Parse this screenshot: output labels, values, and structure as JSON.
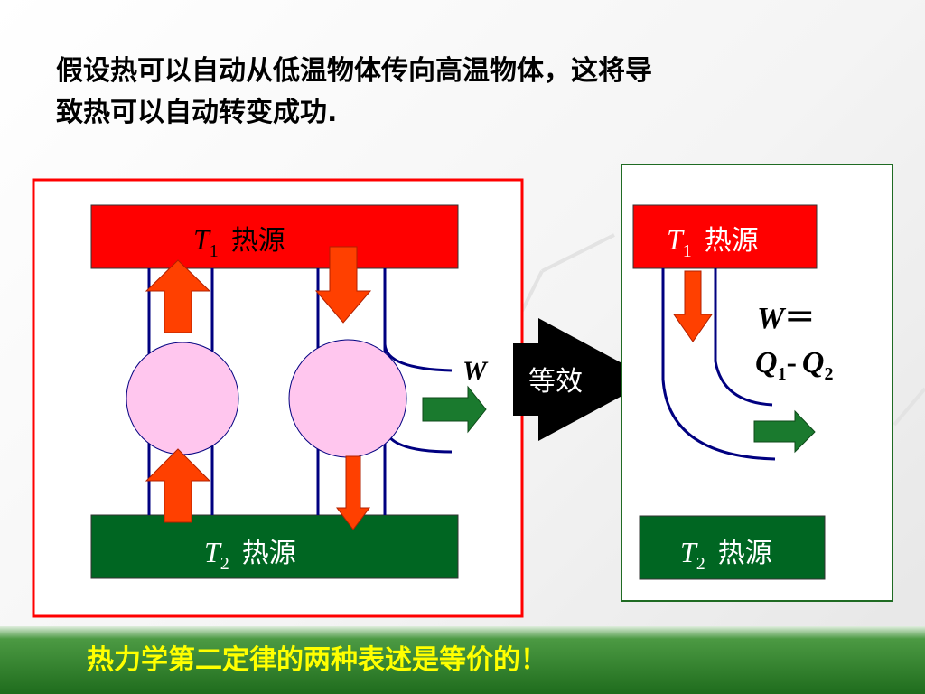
{
  "heading": {
    "line1": "假设热可以自动从低温物体传向高温物体，这将导",
    "line2": "致热可以自动转变成功."
  },
  "left_panel": {
    "hot_reservoir": {
      "symbol": "T",
      "subscript": "1",
      "label": "热源"
    },
    "cold_reservoir": {
      "symbol": "T",
      "subscript": "2",
      "label": "热源"
    },
    "work_label": "W"
  },
  "equivalence_label": "等效",
  "right_panel": {
    "hot_reservoir": {
      "symbol": "T",
      "subscript": "1",
      "label": "热源"
    },
    "cold_reservoir": {
      "symbol": "T",
      "subscript": "2",
      "label": "热源"
    },
    "equation": {
      "lhs": "W",
      "eq": "＝",
      "q1": "Q",
      "q1_sub": "1",
      "minus": "-",
      "q2": "Q",
      "q2_sub": "2"
    }
  },
  "footer_text": "热力学第二定律的两种表述是等价的！",
  "colors": {
    "hot": "#ff0000",
    "cold": "#006622",
    "arrow_red": "#ff4000",
    "arrow_green": "#1a7a2e",
    "circle": "#ffc6ee",
    "line": "#000080",
    "frame_red": "#ff0000",
    "frame_green": "#1f6b23",
    "footer_text": "#ffff00"
  }
}
